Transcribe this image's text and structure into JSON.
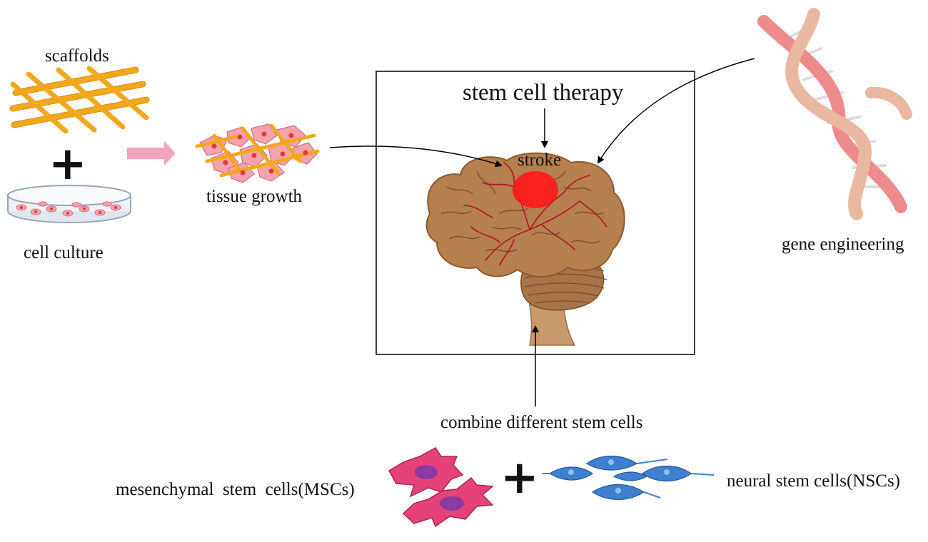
{
  "labels": {
    "scaffolds": "scaffolds",
    "cell_culture": "cell culture",
    "tissue_growth": "tissue growth",
    "stem_cell_therapy": "stem cell therapy",
    "stroke": "stroke",
    "gene_engineering": "gene engineering",
    "combine": "combine different stem cells",
    "mscs": "mesenchymal  stem  cells(MSCs)",
    "nscs": "neural stem cells(NSCs)",
    "plus_symbol": "+"
  },
  "colors": {
    "scaffold": "#f2a81d",
    "scaffold_dark": "#d88a0c",
    "cell_pink": "#f3a3ad",
    "cell_nucleus": "#e23a3a",
    "brain": "#b57f4e",
    "brain_dark": "#8c5a2e",
    "brain_fold": "#7a4d28",
    "vessel": "#b3132a",
    "stroke_spot": "#ff1a1a",
    "arrow_pink": "#f4a3bc",
    "dna_pink": "#ef8a8c",
    "dna_tan": "#e9b8a1",
    "msc": "#e6427a",
    "msc_nucleus": "#8c3aa0",
    "nsc": "#3e7fd0",
    "frame": "#000000"
  }
}
